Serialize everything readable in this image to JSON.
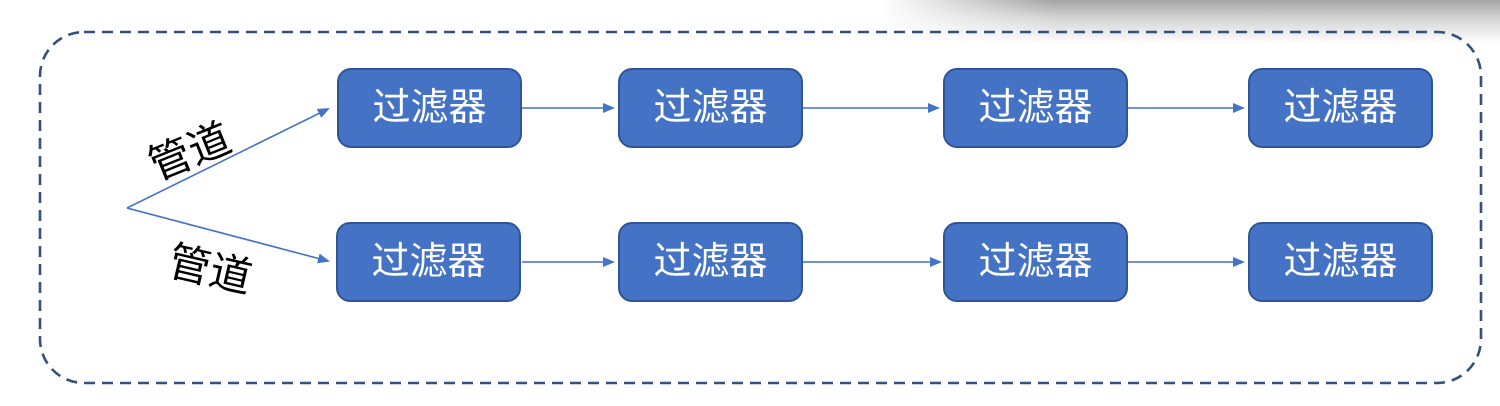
{
  "diagram": {
    "pipelines": [
      {
        "label": "管道",
        "filters": [
          "过滤器",
          "过滤器",
          "过滤器",
          "过滤器"
        ]
      },
      {
        "label": "管道",
        "filters": [
          "过滤器",
          "过滤器",
          "过滤器",
          "过滤器"
        ]
      }
    ]
  },
  "colors": {
    "box_fill": "#4472C4",
    "box_border": "#2F5597",
    "box_text": "#FFFFFF",
    "arrow": "#4472C4",
    "dashed_border": "#34517C",
    "pipeline_label_text": "#000000",
    "background": "#FFFFFF",
    "corner_shadow": "#8A8A8A"
  }
}
